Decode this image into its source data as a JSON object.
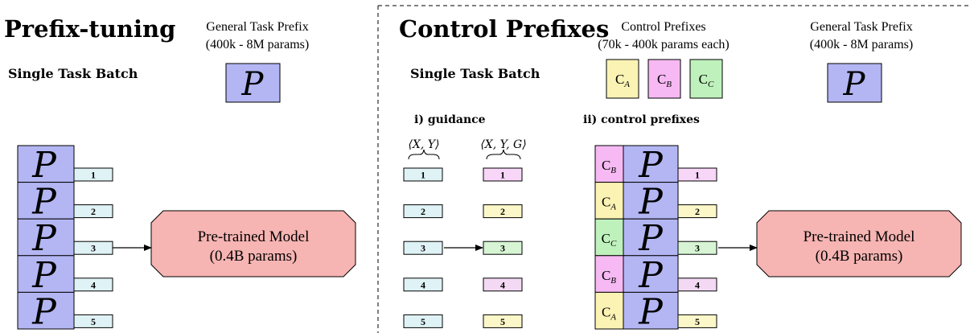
{
  "colors": {
    "p_fill": "#b3b6f3",
    "c_a": "#fbf3b4",
    "c_b": "#f6b9f3",
    "c_c": "#bff1bc",
    "token_cyan": "#dff2f5",
    "token_pink": "#f8d6f8",
    "token_yellow": "#fcf7c8",
    "token_green": "#d7f5d4",
    "token_lavender": "#f3d9f4",
    "model_fill": "#f6b4b2"
  },
  "left": {
    "title": "Prefix-tuning",
    "batch_label": "Single Task Batch",
    "prefix_caption_line1": "General Task Prefix",
    "prefix_caption_line2": "(400k - 8M params)",
    "prefix_symbol": "P",
    "stack_symbol": "P",
    "tokens": [
      "1",
      "2",
      "3",
      "4",
      "5"
    ],
    "model_line1": "Pre-trained Model",
    "model_line2": "(0.4B params)"
  },
  "right": {
    "title": "Control Prefixes",
    "batch_label": "Single Task Batch",
    "control_caption_line1": "Control Prefixes",
    "control_caption_line2": "(70k - 400k params each)",
    "control_items": [
      {
        "letter": "C",
        "sub": "A",
        "color_key": "c_a"
      },
      {
        "letter": "C",
        "sub": "B",
        "color_key": "c_b"
      },
      {
        "letter": "C",
        "sub": "C",
        "color_key": "c_c"
      }
    ],
    "prefix_caption_line1": "General Task Prefix",
    "prefix_caption_line2": "(400k - 8M params)",
    "prefix_symbol": "P",
    "guidance_label": "i) guidance",
    "control_prefixes_label": "ii) control prefixes",
    "xy_label": "⟨X, Y⟩",
    "xyg_label": "⟨X, Y, G⟩",
    "guidance_tokens_left": [
      "1",
      "2",
      "3",
      "4",
      "5"
    ],
    "guidance_tokens_right": [
      {
        "num": "1",
        "color_key": "token_pink"
      },
      {
        "num": "2",
        "color_key": "token_yellow"
      },
      {
        "num": "3",
        "color_key": "token_green"
      },
      {
        "num": "4",
        "color_key": "token_lavender"
      },
      {
        "num": "5",
        "color_key": "token_yellow"
      }
    ],
    "stack_rows": [
      {
        "letter": "C",
        "sub": "B",
        "color_key": "c_b",
        "num": "1",
        "token_color_key": "token_pink"
      },
      {
        "letter": "C",
        "sub": "A",
        "color_key": "c_a",
        "num": "2",
        "token_color_key": "token_yellow"
      },
      {
        "letter": "C",
        "sub": "C",
        "color_key": "c_c",
        "num": "3",
        "token_color_key": "token_green"
      },
      {
        "letter": "C",
        "sub": "B",
        "color_key": "c_b",
        "num": "4",
        "token_color_key": "token_lavender"
      },
      {
        "letter": "C",
        "sub": "A",
        "color_key": "c_a",
        "num": "5",
        "token_color_key": "token_yellow"
      }
    ],
    "stack_symbol": "P",
    "model_line1": "Pre-trained Model",
    "model_line2": "(0.4B params)"
  }
}
